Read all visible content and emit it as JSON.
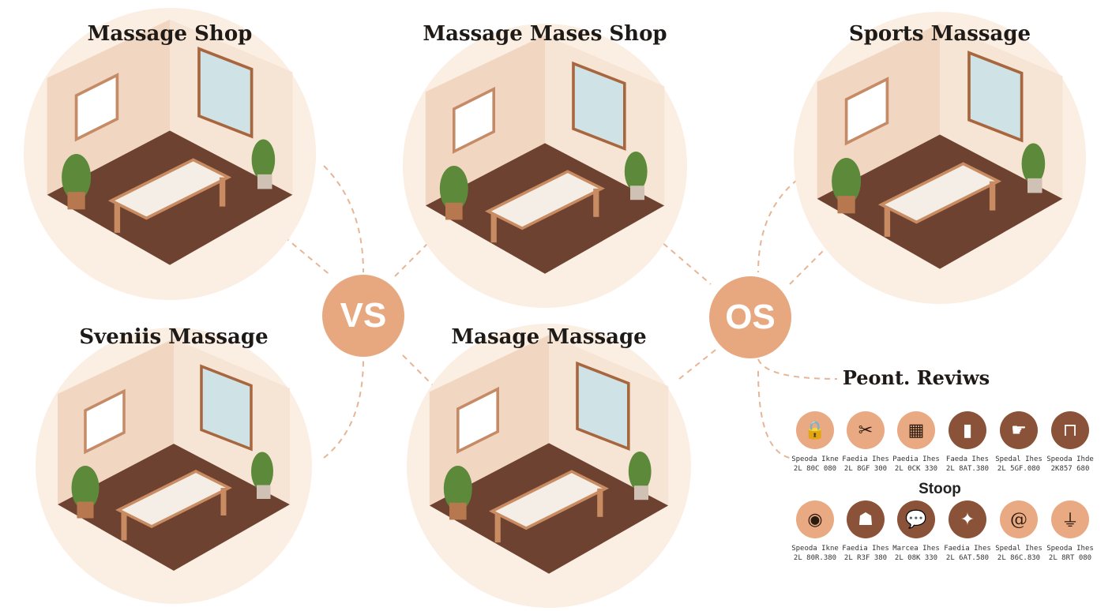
{
  "scenes": [
    {
      "title": "Massage Shop"
    },
    {
      "title": "Massage Mases Shop"
    },
    {
      "title": "Sports Massage"
    },
    {
      "title": "Sveniis Massage"
    },
    {
      "title": "Masage Massage"
    }
  ],
  "badges": {
    "vs": "VS",
    "os": "OS"
  },
  "reviews": {
    "title": "Peont. Reviws",
    "section": "Stoop",
    "row1": [
      {
        "icon": "lock-icon",
        "glyph": "🔒",
        "tone": "l",
        "name": "Speoda Ikne",
        "value": "2L 80C 080"
      },
      {
        "icon": "scissors-icon",
        "glyph": "✂",
        "tone": "l",
        "name": "Faedia Ihes",
        "value": "2L 8GF 300"
      },
      {
        "icon": "calendar-icon",
        "glyph": "▦",
        "tone": "l",
        "name": "Paedia Ihes",
        "value": "2L 0CK 330"
      },
      {
        "icon": "bottle-icon",
        "glyph": "▮",
        "tone": "d",
        "name": "Faeda Ihes",
        "value": "2L 8AT.380"
      },
      {
        "icon": "hand-icon",
        "glyph": "☛",
        "tone": "d",
        "name": "Spedal Ihes",
        "value": "2L 5GF.080"
      },
      {
        "icon": "sign-icon",
        "glyph": "⊓",
        "tone": "d",
        "name": "Speoda Ihde",
        "value": "2K857 680"
      }
    ],
    "row2": [
      {
        "icon": "stones-icon",
        "glyph": "◉",
        "tone": "l",
        "name": "Speoda Ikne",
        "value": "2L 80R.380"
      },
      {
        "icon": "person-desk-icon",
        "glyph": "☗",
        "tone": "d",
        "name": "Faedia Ihes",
        "value": "2L R3F 380"
      },
      {
        "icon": "chat-icon",
        "glyph": "💬",
        "tone": "d",
        "name": "Marcea Ihes",
        "value": "2L 08K 330"
      },
      {
        "icon": "star-icon",
        "glyph": "✦",
        "tone": "d",
        "name": "Faedia Ihes",
        "value": "2L 6AT.580"
      },
      {
        "icon": "at-icon",
        "glyph": "@",
        "tone": "l",
        "name": "Spedal Ihes",
        "value": "2L 86C.830"
      },
      {
        "icon": "lamp-icon",
        "glyph": "⏚",
        "tone": "l",
        "name": "Speoda Ihes",
        "value": "2L 8RT 080"
      }
    ]
  },
  "colors": {
    "circle": "#fbeee2",
    "floor": "#6e4230",
    "wall": "#f1d7c2",
    "accent": "#e7a880"
  }
}
